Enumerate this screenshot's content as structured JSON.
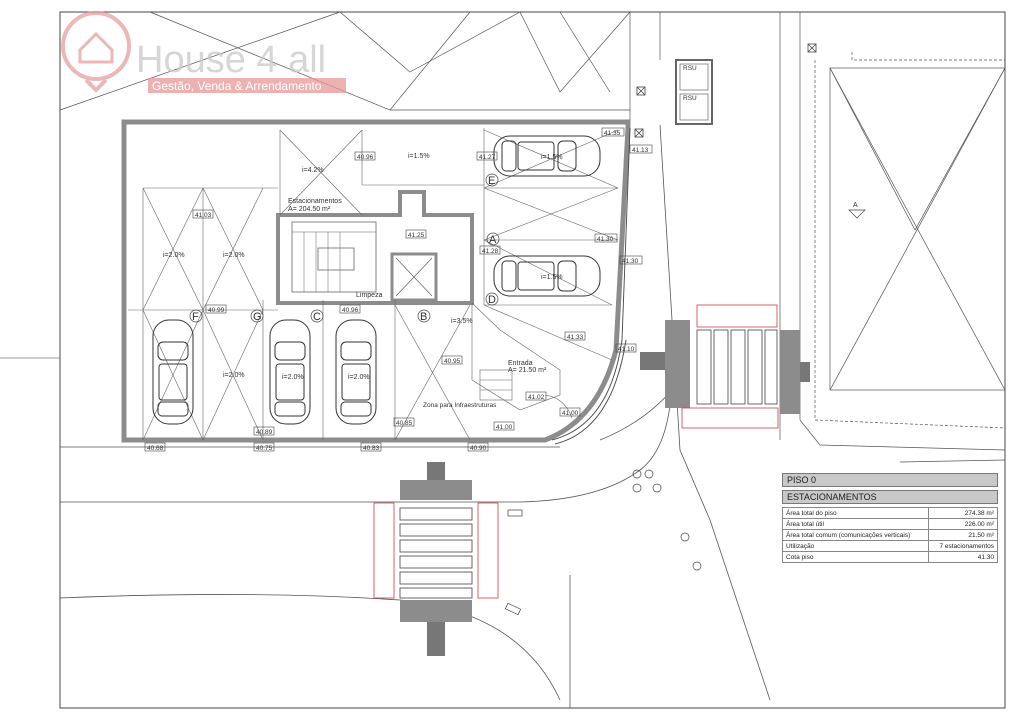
{
  "logo": {
    "name": "House 4 all",
    "tagline": "Gestão, Venda & Arrendamento"
  },
  "rooms": {
    "parking": "Estacionamentos",
    "parking_area": "A= 204.50 m²",
    "entrance": "Entrada",
    "entrance_area": "A= 21.50 m²",
    "cleaning": "Limpeza",
    "infra": "Zona para Infraestruturas",
    "rsu": "RSU"
  },
  "slots": [
    "A",
    "B",
    "C",
    "D",
    "E",
    "F",
    "G"
  ],
  "slopes": [
    "i=4.2%",
    "i=1.5%",
    "i=2.0%",
    "i=3.5%"
  ],
  "levels": [
    "41.35",
    "41.13",
    "41.27",
    "41.30",
    "41.10",
    "41.00",
    "41.02",
    "41.25",
    "41.28",
    "41.33",
    "41.03",
    "40.99",
    "40.95",
    "40.85",
    "40.83",
    "40.68",
    "40.75",
    "40.90",
    "40.89",
    "40.96"
  ],
  "section": "A",
  "info_table": {
    "floor": "PISO 0",
    "section_title": "ESTACIONAMENTOS",
    "rows": [
      {
        "label": "Área  total do piso",
        "value": "274.38 m²"
      },
      {
        "label": "Área total útil",
        "value": "226.00 m²"
      },
      {
        "label": "Área total comum (comunicações verticais)",
        "value": "21.50 m²"
      },
      {
        "label": "Utilização",
        "value": "7 estacionamentos"
      },
      {
        "label": "Cota piso",
        "value": "41.30"
      }
    ]
  },
  "colors": {
    "walls": "#8c8c8c",
    "hatch": "#d04040",
    "logo": "#e8a0a0",
    "tagline_bg": "#e89898"
  }
}
